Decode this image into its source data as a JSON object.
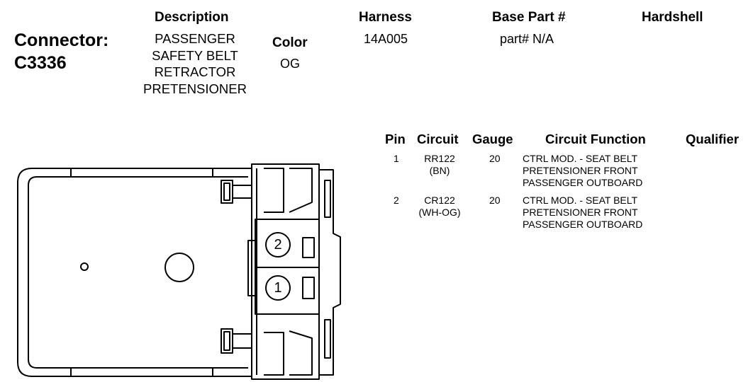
{
  "header": {
    "connector_label": "Connector:",
    "connector_id": "C3336",
    "description_header": "Description",
    "description_lines": [
      "PASSENGER",
      "SAFETY BELT",
      "RETRACTOR",
      "PRETENSIONER"
    ],
    "color_header": "Color",
    "color_value": "OG",
    "harness_header": "Harness",
    "harness_value": "14A005",
    "base_part_header": "Base Part #",
    "base_part_value": "part# N/A",
    "hardshell_header": "Hardshell"
  },
  "pin_table": {
    "headers": {
      "pin": "Pin",
      "circuit": "Circuit",
      "gauge": "Gauge",
      "circuit_function": "Circuit Function",
      "qualifier": "Qualifier"
    },
    "rows": [
      {
        "pin": "1",
        "circuit": "RR122",
        "circuit_color": "(BN)",
        "gauge": "20",
        "function_lines": [
          "CTRL MOD. - SEAT BELT",
          "PRETENSIONER FRONT",
          "PASSENGER OUTBOARD"
        ],
        "qualifier": ""
      },
      {
        "pin": "2",
        "circuit": "CR122",
        "circuit_color": "(WH-OG)",
        "gauge": "20",
        "function_lines": [
          "CTRL MOD. - SEAT BELT",
          "PRETENSIONER FRONT",
          "PASSENGER OUTBOARD"
        ],
        "qualifier": ""
      }
    ]
  },
  "connector_drawing": {
    "pin_labels": [
      "2",
      "1"
    ]
  }
}
